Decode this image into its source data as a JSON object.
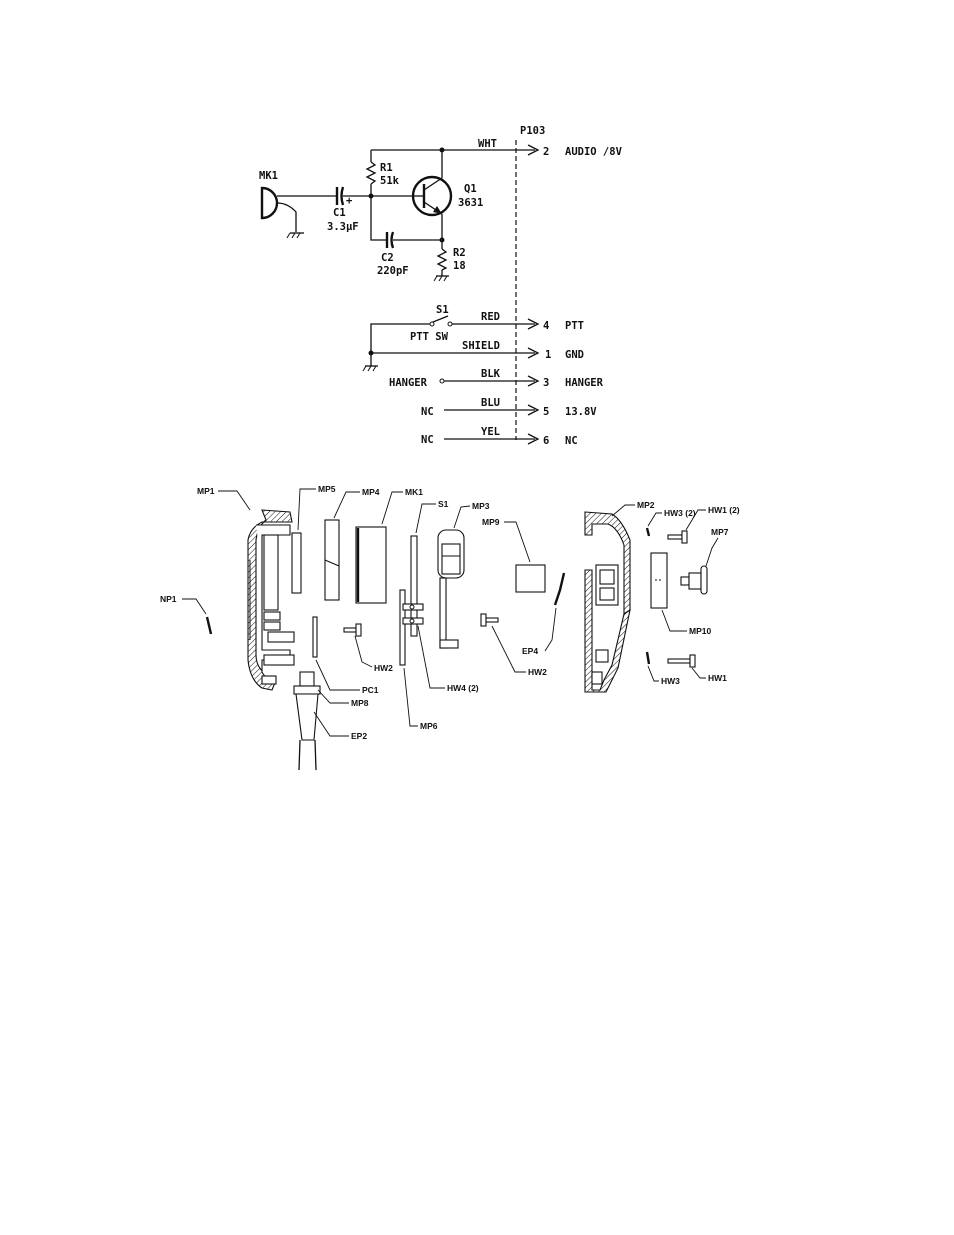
{
  "schematic": {
    "connector": "P103",
    "components": {
      "mic": "MK1",
      "c1_ref": "C1",
      "c1_val": "3.3µF",
      "c2_ref": "C2",
      "c2_val": "220pF",
      "r1_ref": "R1",
      "r1_val": "51k",
      "r2_ref": "R2",
      "r2_val": "18",
      "q1_ref": "Q1",
      "q1_val": "3631",
      "s1_ref": "S1",
      "s1_name": "PTT SW",
      "hanger_in": "HANGER",
      "nc1": "NC",
      "nc2": "NC",
      "plus": "+"
    },
    "wires": [
      {
        "color": "WHT",
        "pin": "2",
        "signal": "AUDIO /8V"
      },
      {
        "color": "RED",
        "pin": "4",
        "signal": "PTT"
      },
      {
        "color": "SHIELD",
        "pin": "1",
        "signal": "GND"
      },
      {
        "color": "BLK",
        "pin": "3",
        "signal": "HANGER"
      },
      {
        "color": "BLU",
        "pin": "5",
        "signal": "13.8V"
      },
      {
        "color": "YEL",
        "pin": "6",
        "signal": "NC"
      }
    ]
  },
  "exploded_view": {
    "labels": {
      "mp1": "MP1",
      "mp5": "MP5",
      "mp4": "MP4",
      "mk1": "MK1",
      "s1": "S1",
      "mp3": "MP3",
      "mp9": "MP9",
      "mp2": "MP2",
      "hw3_2": "HW3 (2)",
      "hw1_2": "HW1 (2)",
      "mp7": "MP7",
      "np1": "NP1",
      "hw2_a": "HW2",
      "ep4": "EP4",
      "mp10": "MP10",
      "pc1": "PC1",
      "hw4": "HW4 (2)",
      "hw2_b": "HW2",
      "mp8": "MP8",
      "hw3": "HW3",
      "hw1": "HW1",
      "mp6": "MP6",
      "ep2": "EP2"
    }
  }
}
